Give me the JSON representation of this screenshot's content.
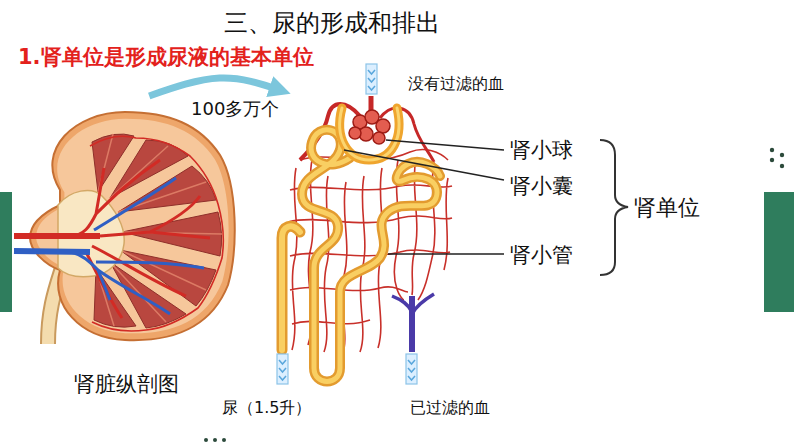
{
  "diagram": {
    "title": "三、尿的形成和排出",
    "nodes": [
      {
        "text": [
          "肾脏纵剖图"
        ]
      },
      {
        "text": [
          "肾单位"
        ]
      }
    ],
    "edges": [
      {
        "from": 0,
        "to": 1,
        "arrow": "to",
        "label": "100多万个"
      }
    ],
    "labels": [
      "1.肾单位是形成尿液的基本单位",
      "没有过滤的血",
      "肾小球",
      "肾小囊",
      "肾小管",
      "尿（1.5升）",
      "已过滤的血"
    ]
  }
}
